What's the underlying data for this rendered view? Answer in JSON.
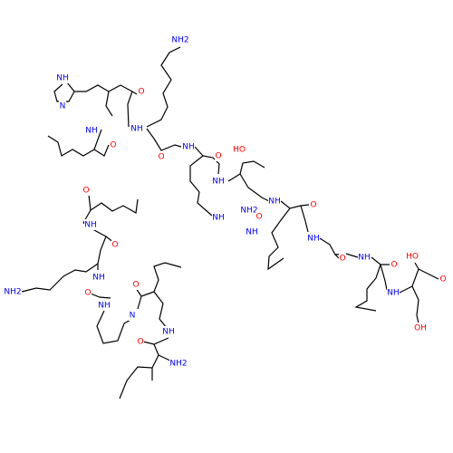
{
  "molecule": {
    "colors": {
      "bond": "#000000",
      "nitrogen": "#0000ff",
      "oxygen": "#ff0000",
      "carbon": "#000000"
    },
    "labels": [
      {
        "id": "nh2-lys1",
        "text": "NH2",
        "el": "N"
      },
      {
        "id": "nh-his",
        "text": "NH",
        "el": "N"
      },
      {
        "id": "n-his",
        "text": "N",
        "el": "N"
      },
      {
        "id": "o-his",
        "text": "O",
        "el": "O"
      },
      {
        "id": "nh-lys1",
        "text": "NH",
        "el": "N"
      },
      {
        "id": "o-lys1",
        "text": "O",
        "el": "O"
      },
      {
        "id": "nh-leu1",
        "text": "NH",
        "el": "N"
      },
      {
        "id": "o-leu1",
        "text": "O",
        "el": "O"
      },
      {
        "id": "nh-arg",
        "text": "NH",
        "el": "N"
      },
      {
        "id": "o-arg",
        "text": "O",
        "el": "O"
      },
      {
        "id": "ho-thr",
        "text": "HO",
        "el": "O"
      },
      {
        "id": "nh-thr",
        "text": "NH",
        "el": "N"
      },
      {
        "id": "nh-val",
        "text": "NH",
        "el": "N"
      },
      {
        "id": "o-val",
        "text": "O",
        "el": "O"
      },
      {
        "id": "nh-gua",
        "text": "NH",
        "el": "N"
      },
      {
        "id": "nh2-gua",
        "text": "NH2",
        "el": "N"
      },
      {
        "id": "nh-gua2",
        "text": "NH",
        "el": "N"
      },
      {
        "id": "o-thr",
        "text": "O",
        "el": "O"
      },
      {
        "id": "nh-leu2",
        "text": "NH",
        "el": "N"
      },
      {
        "id": "o-leu2",
        "text": "O",
        "el": "O"
      },
      {
        "id": "nh-gly",
        "text": "NH",
        "el": "N"
      },
      {
        "id": "o-gly",
        "text": "O",
        "el": "O"
      },
      {
        "id": "nh-lys2",
        "text": "NH",
        "el": "N"
      },
      {
        "id": "o-lys2",
        "text": "O",
        "el": "O"
      },
      {
        "id": "nh-leu3",
        "text": "NH",
        "el": "N"
      },
      {
        "id": "o-leu3",
        "text": "O",
        "el": "O"
      },
      {
        "id": "ho-cooh",
        "text": "HO",
        "el": "O"
      },
      {
        "id": "o-cooh",
        "text": "O",
        "el": "O"
      },
      {
        "id": "nh-ser",
        "text": "NH",
        "el": "N"
      },
      {
        "id": "oh-ser",
        "text": "OH",
        "el": "O"
      },
      {
        "id": "nh2-lys2",
        "text": "NH2",
        "el": "N"
      },
      {
        "id": "nh-pro",
        "text": "NH",
        "el": "N"
      },
      {
        "id": "o-pro",
        "text": "O",
        "el": "O"
      },
      {
        "id": "o-leu4",
        "text": "O",
        "el": "O"
      },
      {
        "id": "n-pro",
        "text": "N",
        "el": "N"
      },
      {
        "id": "nh-ile",
        "text": "NH",
        "el": "N"
      },
      {
        "id": "o-ile",
        "text": "O",
        "el": "O"
      },
      {
        "id": "nh2-ile",
        "text": "NH2",
        "el": "N"
      }
    ]
  }
}
